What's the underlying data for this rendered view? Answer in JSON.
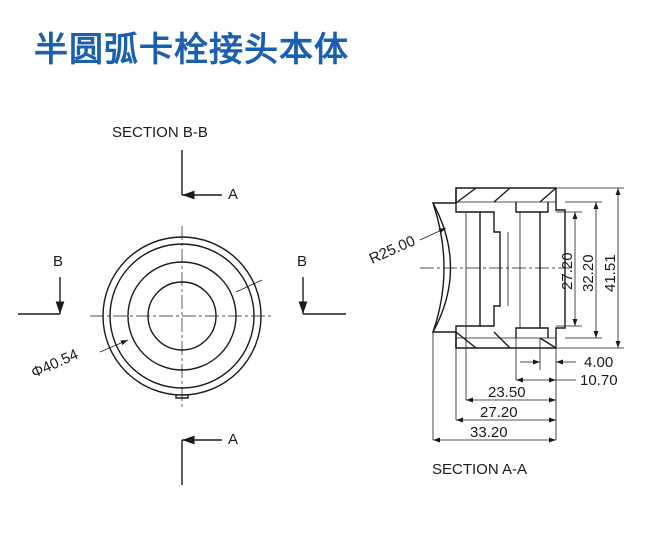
{
  "title": "半圆弧卡栓接头本体",
  "section_bb": {
    "label": "SECTION  B-B",
    "cut_top": "A",
    "cut_bottom": "A",
    "diameter": "Φ40.54"
  },
  "side_markers": {
    "left": "B",
    "right": "B"
  },
  "section_aa": {
    "label": "SECTION  A-A",
    "radius": "R25.00",
    "dims": {
      "d27_20_v": "27.20",
      "d32_20": "32.20",
      "d41_51": "41.51",
      "d4_00": "4.00",
      "d10_70": "10.70",
      "d23_50": "23.50",
      "d27_20_h": "27.20",
      "d33_20": "33.20"
    }
  }
}
